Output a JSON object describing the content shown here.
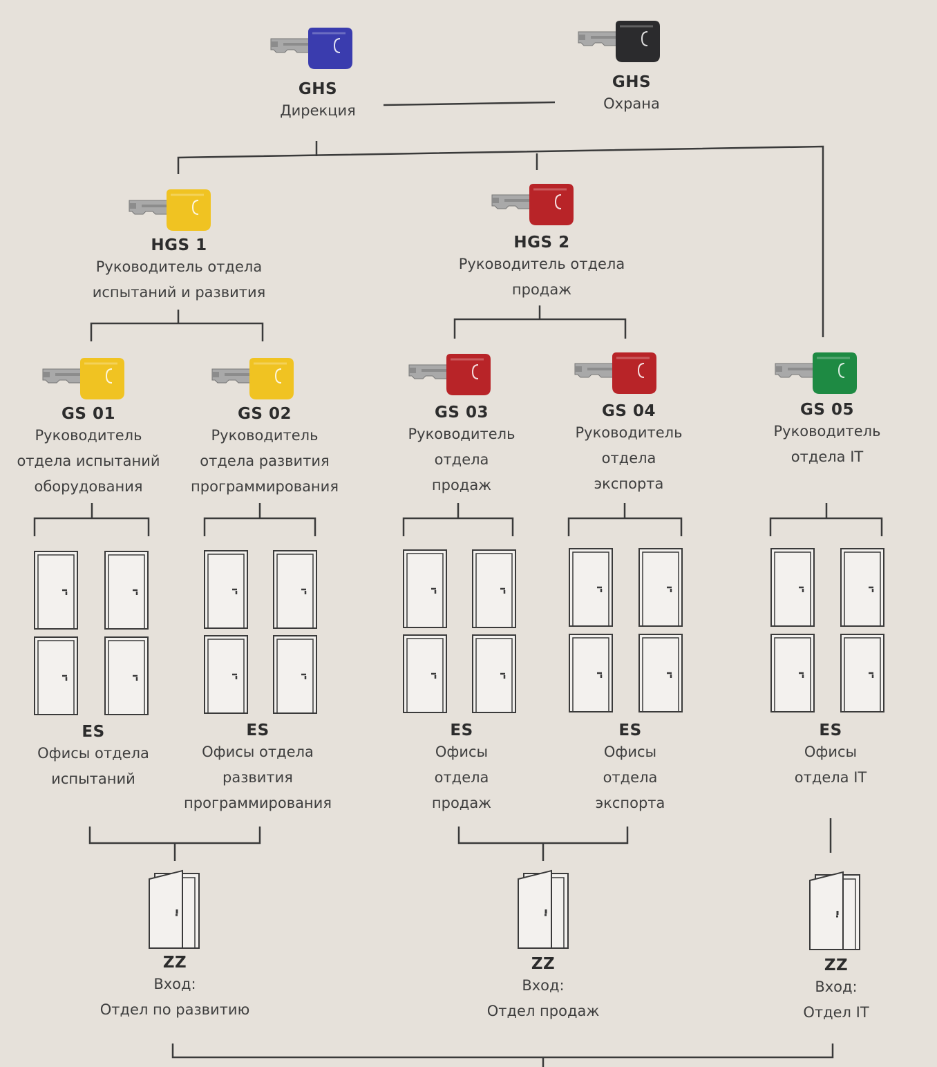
{
  "colors": {
    "background": "#e6e1da",
    "line": "#3a3a3a",
    "door_fill": "#f3f1ee",
    "key_blade": "#a9a9a9"
  },
  "nodes": {
    "ghs_direction": {
      "code": "GHS",
      "desc": [
        "Дирекция"
      ],
      "key_color": "#3a3cae",
      "icon": "key-icon"
    },
    "ghs_security": {
      "code": "GHS",
      "desc": [
        "Охрана"
      ],
      "key_color": "#2b2b2d",
      "icon": "key-icon"
    },
    "hgs1": {
      "code": "HGS 1",
      "desc": [
        "Руководитель отдела",
        "испытаний и развития"
      ],
      "key_color": "#f0c322",
      "icon": "key-icon"
    },
    "hgs2": {
      "code": "HGS 2",
      "desc": [
        "Руководитель отдела",
        "продаж"
      ],
      "key_color": "#b82428",
      "icon": "key-icon"
    },
    "gs01": {
      "code": "GS 01",
      "desc": [
        "Руководитель",
        "отдела испытаний",
        "оборудования"
      ],
      "key_color": "#f0c322",
      "icon": "key-icon"
    },
    "gs02": {
      "code": "GS 02",
      "desc": [
        "Руководитель",
        "отдела развития",
        "программирования"
      ],
      "key_color": "#f0c322",
      "icon": "key-icon"
    },
    "gs03": {
      "code": "GS 03",
      "desc": [
        "Руководитель",
        "отдела",
        "продаж"
      ],
      "key_color": "#b82428",
      "icon": "key-icon"
    },
    "gs04": {
      "code": "GS 04",
      "desc": [
        "Руководитель",
        "отдела",
        "экспорта"
      ],
      "key_color": "#b82428",
      "icon": "key-icon"
    },
    "gs05": {
      "code": "GS 05",
      "desc": [
        "Руководитель",
        "отдела IT"
      ],
      "key_color": "#1e8a43",
      "icon": "key-icon"
    },
    "es1": {
      "code": "ES",
      "desc": [
        "Офисы отдела",
        "испытаний"
      ],
      "icon": "door-icon"
    },
    "es2": {
      "code": "ES",
      "desc": [
        "Офисы отдела",
        "развития",
        "программирования"
      ],
      "icon": "door-icon"
    },
    "es3": {
      "code": "ES",
      "desc": [
        "Офисы",
        "отдела",
        "продаж"
      ],
      "icon": "door-icon"
    },
    "es4": {
      "code": "ES",
      "desc": [
        "Офисы",
        "отдела",
        "экспорта"
      ],
      "icon": "door-icon"
    },
    "es5": {
      "code": "ES",
      "desc": [
        "Офисы",
        "отдела IT"
      ],
      "icon": "door-icon"
    },
    "zz1": {
      "code": "ZZ",
      "desc": [
        "Вход:",
        "Отдел по развитию"
      ],
      "icon": "entrance-door-icon"
    },
    "zz2": {
      "code": "ZZ",
      "desc": [
        "Вход:",
        "Отдел продаж"
      ],
      "icon": "entrance-door-icon"
    },
    "zz3": {
      "code": "ZZ",
      "desc": [
        "Вход:",
        "Отдел IT"
      ],
      "icon": "entrance-door-icon"
    }
  }
}
